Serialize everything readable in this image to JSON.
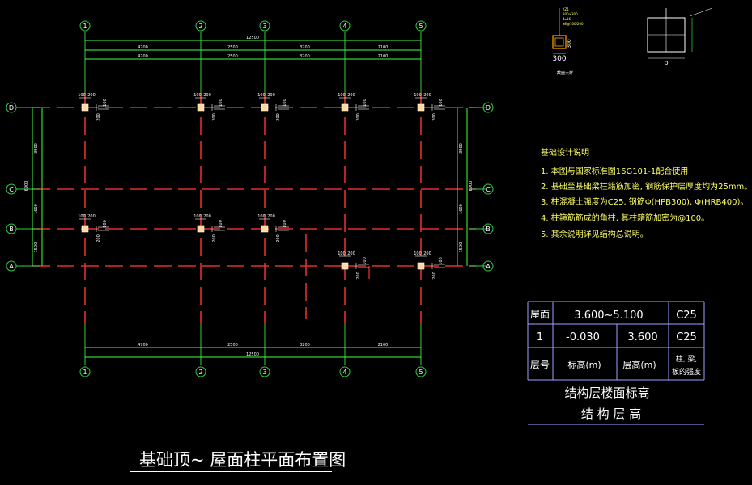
{
  "colors": {
    "axis_line": "#e03030",
    "grid_line": "#30d040",
    "dim_line": "#40ff40",
    "text": "#ffffff",
    "note_text": "#ffff66",
    "table_line": "#a0a0ff",
    "table_text": "#ffffff",
    "column_fill": "#ffd9a0"
  },
  "title": "基础顶~ 屋面柱平面布置图",
  "axes": {
    "vertical": [
      "1",
      "2",
      "3",
      "4",
      "5"
    ],
    "horizontal": [
      "D",
      "C",
      "B",
      "A"
    ]
  },
  "dimensions": {
    "top_total": "12500",
    "top_spans": [
      "4700",
      "2500",
      "3200",
      "2100"
    ],
    "bottom_total": "12500",
    "bottom_spans": [
      "4700",
      "2500",
      "3200",
      "2100"
    ],
    "left_spans": [
      "3900",
      "1600",
      "1500"
    ],
    "left_total": "6900",
    "right_spans": [
      "3900",
      "1600",
      "1500"
    ],
    "right_total": "6900",
    "col_offsets": [
      "100",
      "200"
    ]
  },
  "section_detail": {
    "label": "截面大样",
    "width": "300",
    "height": "300",
    "callout_lines": [
      "KZ1",
      "300×300",
      "4⌀16",
      "⌀8@100/200"
    ]
  },
  "b_detail_label": "b",
  "notes": {
    "heading": "基础设计说明",
    "items": [
      "1. 本图与国家标准图16G101-1配合使用",
      "2. 基础至基础梁柱籍筋加密, 钢筋保护层厚度均为25mm。",
      "3. 柱混凝土强度为C25, 钢筋Φ(HPB300), Φ(HRB400)。",
      "4. 柱箍筋筋成的角柱, 其柱籍筋加密为@100。",
      "5. 其余说明详见结构总说明。"
    ]
  },
  "table": {
    "rows": [
      {
        "c1": "屋面",
        "c2": "3.600~5.100",
        "c3": "",
        "c4": "C25"
      },
      {
        "c1": "1",
        "c2": "-0.030",
        "c3": "3.600",
        "c4": "C25"
      },
      {
        "c1": "层号",
        "c2": "标高(m)",
        "c3": "层高(m)",
        "c4": "柱, 梁, 板的强度"
      }
    ],
    "caption_line1": "结构层楼面标高",
    "caption_line2": "结  构  层  高"
  }
}
